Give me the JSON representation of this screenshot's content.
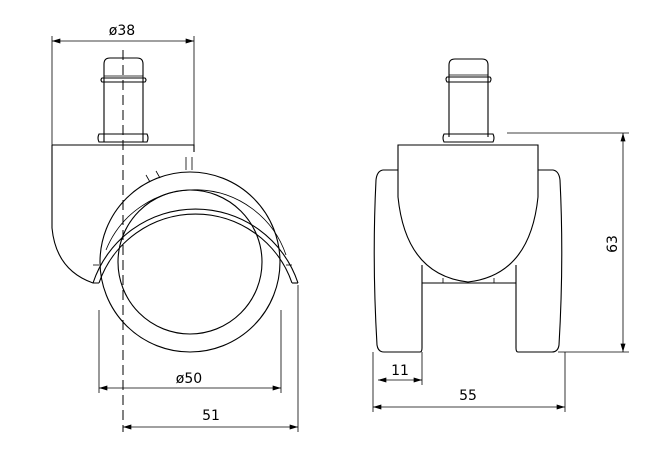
{
  "drawing": {
    "title": "Chair caster wheel technical drawing",
    "side_view": {
      "dim_top_diameter": "ø38",
      "dim_wheel_diameter": "ø50",
      "dim_width": "51"
    },
    "front_view": {
      "dim_height": "63",
      "dim_tire_width": "11",
      "dim_total_width": "55"
    },
    "line_color": "#000000",
    "background": "#ffffff"
  }
}
